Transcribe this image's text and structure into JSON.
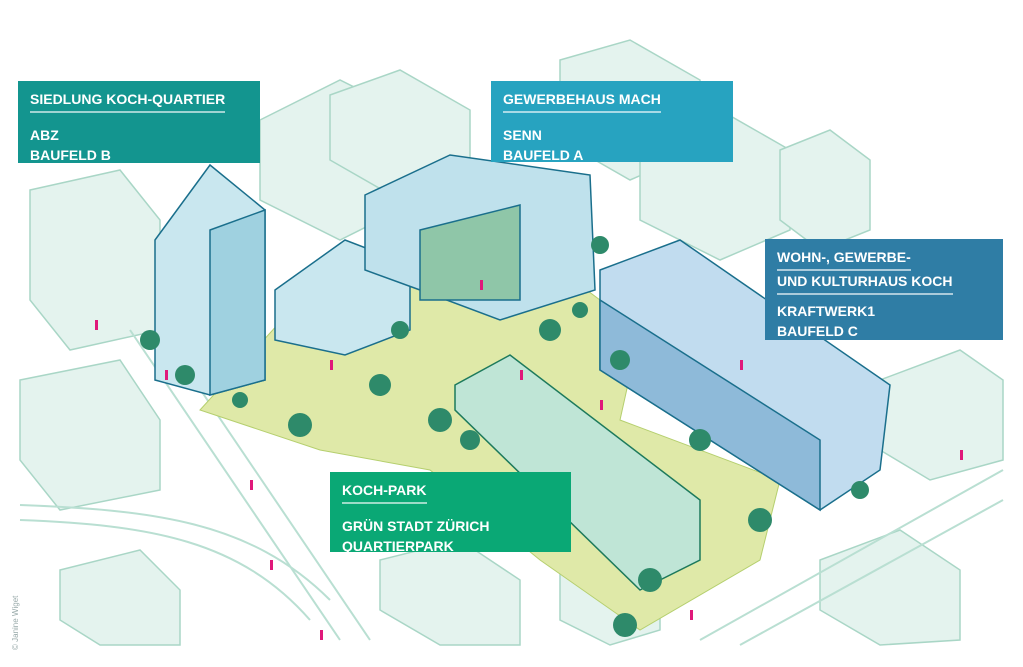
{
  "labels": {
    "siedlung": {
      "title": "SIEDLUNG KOCH-QUARTIER",
      "lines": [
        "ABZ",
        "BAUFELD B"
      ],
      "color": "#13958f"
    },
    "gewerbehaus": {
      "title": "GEWERBEHAUS MACH",
      "lines": [
        "SENN",
        "BAUFELD A"
      ],
      "color": "#27a3c0"
    },
    "kulturhaus": {
      "title_lines": [
        "WOHN-, GEWERBE-",
        "UND KULTURHAUS KOCH"
      ],
      "lines": [
        "KRAFTWERK1",
        "BAUFELD C"
      ],
      "color": "#2f7da5"
    },
    "park": {
      "title": "KOCH-PARK",
      "lines": [
        "GRÜN STADT ZÜRICH",
        "QUARTIERPARK"
      ],
      "color": "#0aa875"
    }
  },
  "credit": "© Janine Wiget",
  "colors": {
    "context": "#d3ebe3",
    "context_line": "#a9d6c6",
    "park": "#dfe9a8",
    "tree": "#2e8a6a",
    "people": "#e0187a",
    "building": "#2a8fb5"
  }
}
